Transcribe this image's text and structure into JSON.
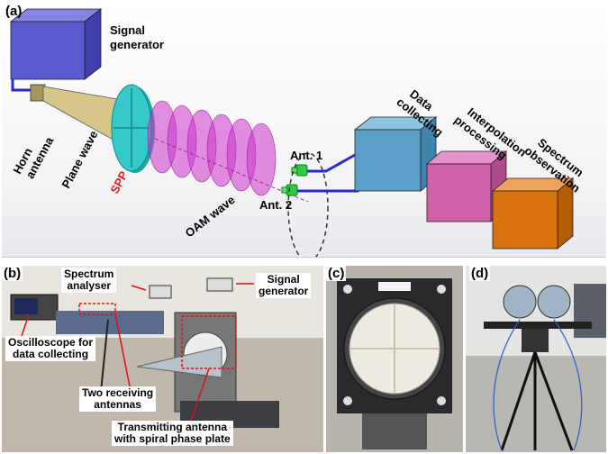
{
  "panel_a": {
    "label": "(a)",
    "signal_generator": [
      "Signal",
      "generator"
    ],
    "horn_antenna": [
      "Horn",
      "antenna"
    ],
    "plane_wave": "Plane wave",
    "spp": "SPP",
    "oam_wave": "OAM wave",
    "ant1": "Ant. 1",
    "ant2": "Ant. 2",
    "data_collecting": [
      "Data",
      "collecting"
    ],
    "interpolation": [
      "Interpolation",
      "processing"
    ],
    "spectrum_observation": [
      "Spectrum",
      "observation"
    ],
    "colors": {
      "signal_gen": "#5b5bd0",
      "data_box": "#5aa0c8",
      "interp_box": "#d060a8",
      "spectrum_box": "#d8730e",
      "spp_disc": "#36c9c9",
      "wave": "#cc33cc",
      "line": "#2a2ad0",
      "spp_text": "#e02020",
      "antenna": "#2ecc40"
    }
  },
  "panel_b": {
    "label": "(b)",
    "spectrum_analyser": [
      "Spectrum",
      "analyser"
    ],
    "signal_generator": [
      "Signal",
      "generator"
    ],
    "oscilloscope": [
      "Oscilloscope for",
      "data collecting"
    ],
    "receiving": [
      "Two receiving",
      "antennas"
    ],
    "transmitting": [
      "Transmitting antenna",
      "with spiral phase plate"
    ]
  },
  "panel_c": {
    "label": "(c)"
  },
  "panel_d": {
    "label": "(d)"
  }
}
